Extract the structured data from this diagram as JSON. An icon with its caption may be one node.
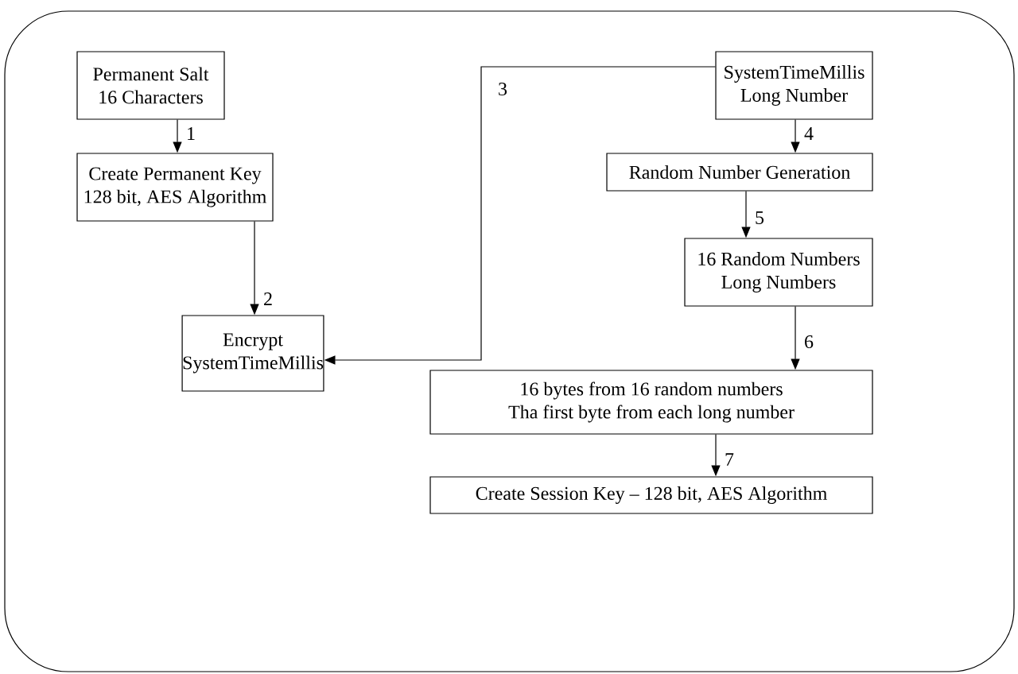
{
  "diagram": {
    "nodes": [
      {
        "text": [
          "Permanent Salt",
          "16 Characters"
        ]
      },
      {
        "text": [
          "Create Permanent Key",
          "128 bit, AES Algorithm"
        ]
      },
      {
        "text": [
          "Encrypt",
          "SystemTimeMillis"
        ]
      },
      {
        "text": [
          "SystemTimeMillis",
          "Long Number"
        ]
      },
      {
        "text": [
          "Random Number Generation"
        ]
      },
      {
        "text": [
          "16 Random Numbers",
          "Long Numbers"
        ]
      },
      {
        "text": [
          "16 bytes from 16 random numbers",
          "Tha first byte from each long number"
        ]
      },
      {
        "text": [
          "Create Session Key – 128 bit, AES Algorithm"
        ]
      }
    ],
    "edges": [
      {
        "from": 0,
        "to": 1,
        "arrow": "to",
        "label": "1"
      },
      {
        "from": 1,
        "to": 2,
        "arrow": "to",
        "label": "2"
      },
      {
        "from": 3,
        "to": 2,
        "arrow": "to",
        "label": "3"
      },
      {
        "from": 3,
        "to": 4,
        "arrow": "to",
        "label": "4"
      },
      {
        "from": 4,
        "to": 5,
        "arrow": "to",
        "label": "5"
      },
      {
        "from": 5,
        "to": 6,
        "arrow": "to",
        "label": "6"
      },
      {
        "from": 6,
        "to": 7,
        "arrow": "to",
        "label": "7"
      }
    ]
  }
}
